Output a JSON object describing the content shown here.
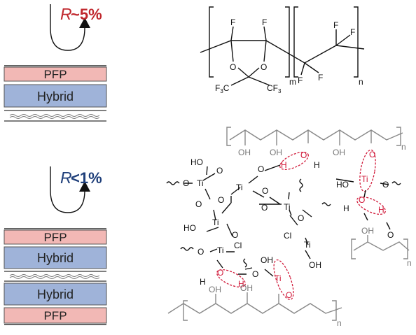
{
  "colors": {
    "pfp_fill": "#f2b8b5",
    "hybrid_fill": "#9fb3d9",
    "reflect_high": "#c0272d",
    "reflect_low": "#1f3f7a",
    "hbond": "#d11a3a",
    "bond": "#111111",
    "backbone": "#888888"
  },
  "top_stack": {
    "reflectance_symbol": "R",
    "reflectance_value": "~5%",
    "layer_pfp": "PFP",
    "layer_hybrid": "Hybrid"
  },
  "bottom_stack": {
    "reflectance_symbol": "R",
    "reflectance_value": "<1%",
    "layers": [
      "PFP",
      "Hybrid",
      "Hybrid",
      "PFP"
    ]
  },
  "pfp_structure": {
    "atom_F": "F",
    "atom_O": "O",
    "cf3": "CF",
    "cf3_sub": "3",
    "f3c": "F",
    "f3c_sub": "3",
    "f3c_tail": "C",
    "sub_m": "m",
    "sub_n": "n"
  },
  "hybrid_structure": {
    "ti": "Ti",
    "ho": "HO",
    "oh": "OH",
    "o": "O",
    "h": "H",
    "cl": "Cl",
    "sub_n": "n"
  }
}
